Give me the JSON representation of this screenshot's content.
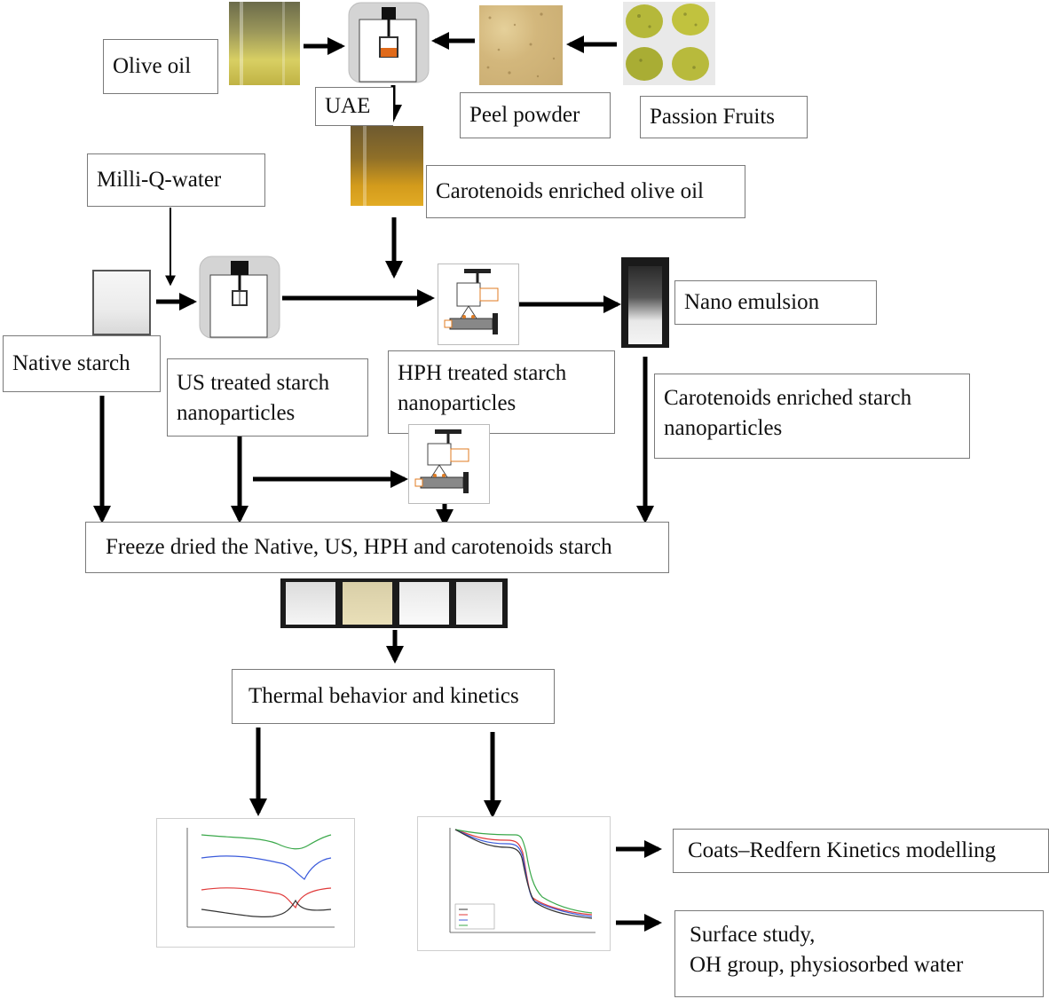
{
  "labels": {
    "olive_oil": "Olive oil",
    "uae": "UAE",
    "peel_powder": "Peel powder",
    "passion_fruits": "Passion Fruits",
    "carotenoids_olive_oil": "Carotenoids enriched olive oil",
    "milli_q_water": "Milli-Q-water",
    "nano_emulsion": "Nano emulsion",
    "native_starch": "Native starch",
    "us_treated": [
      "US treated starch",
      "nanoparticles"
    ],
    "hph_treated": [
      "HPH treated starch",
      "nanoparticles"
    ],
    "carotenoids_starch": [
      "Carotenoids enriched starch",
      "nanoparticles"
    ],
    "freeze_dried": "Freeze dried the Native, US, HPH and carotenoids starch",
    "thermal": "Thermal behavior and kinetics",
    "coats_redfern": "Coats–Redfern Kinetics modelling",
    "surface_study": [
      "Surface study,",
      "OH group, physiosorbed water"
    ]
  },
  "icons": {
    "ultrasonicator": "ultrasonicator-icon",
    "homogenizer": "high-pressure-homogenizer-icon",
    "arrow": "arrow-icon"
  },
  "colors": {
    "box_border": "#7a7a7a",
    "arrow": "#000000",
    "olive_oil_photo": "#c9b54a",
    "enriched_oil_photo": "#c98a18",
    "peel_powder_photo": "#d8c089",
    "fruit_photo": "#b5b83a",
    "starch_photo": "#f2f2f2",
    "dsc_green": "#3aa84a",
    "dsc_blue": "#3b5bdb",
    "dsc_red": "#e03a3a",
    "dsc_black": "#333333"
  }
}
